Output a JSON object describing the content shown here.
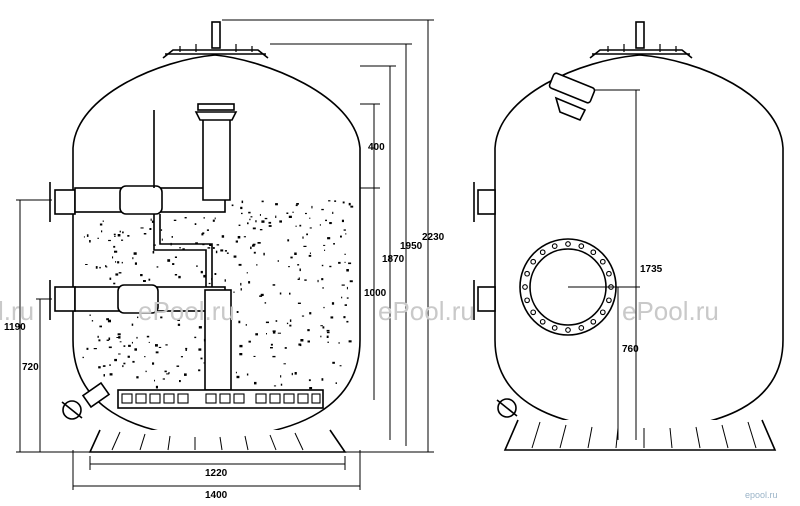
{
  "diagram": {
    "left_view": {
      "dimensions": {
        "d_400": "400",
        "d_1000": "1000",
        "d_1870": "1870",
        "d_1950": "1950",
        "d_2230": "2230",
        "d_1190": "1190",
        "d_720": "720",
        "d_1220": "1220",
        "d_1400": "1400"
      }
    },
    "right_view": {
      "dimensions": {
        "d_1735": "1735",
        "d_760": "760"
      }
    },
    "watermarks": {
      "left_edge": "l.ru",
      "w1": "ePool.ru",
      "w2": "ePool.ru",
      "w3": "ePool.ru"
    },
    "logo": "epool.ru"
  },
  "colors": {
    "line": "#000000",
    "watermark": "#c9c9c9"
  }
}
